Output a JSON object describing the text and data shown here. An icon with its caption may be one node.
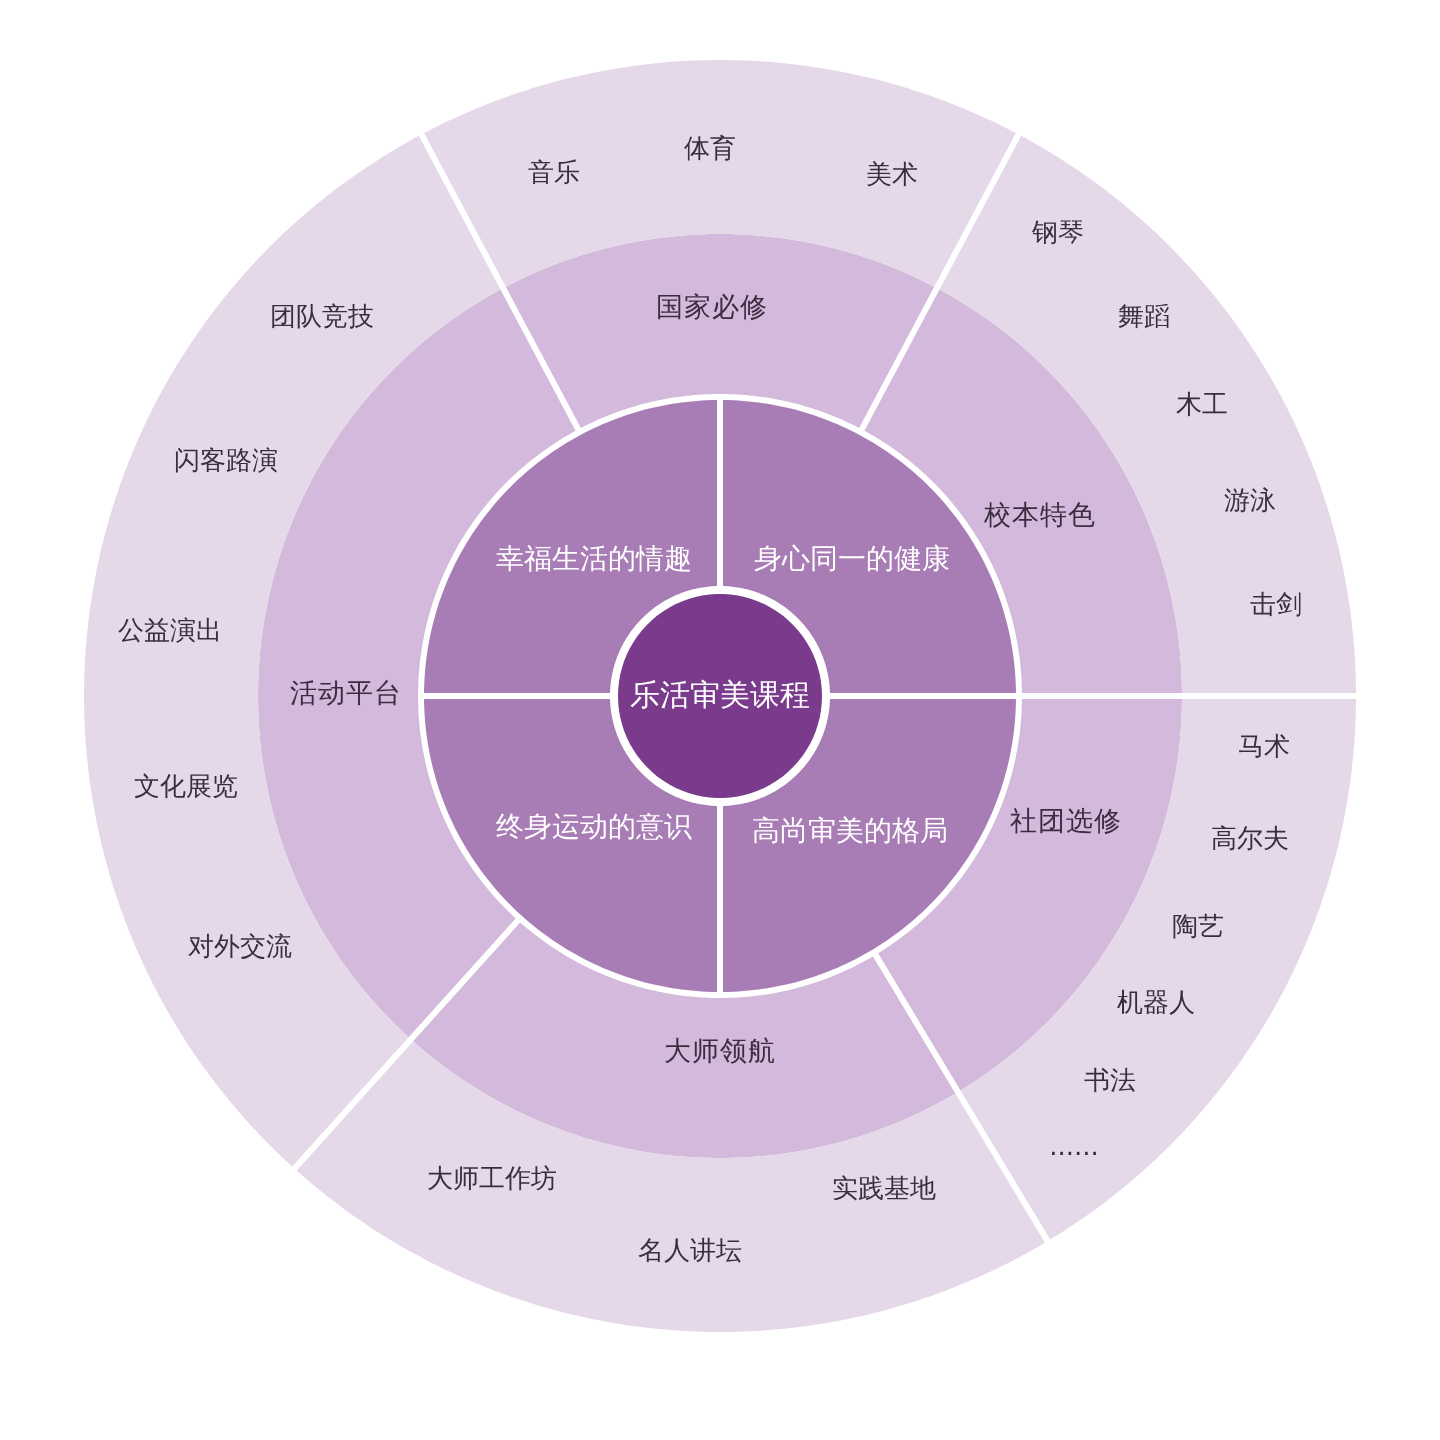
{
  "diagram": {
    "nodes": [
      {
        "text": [
          "乐活审美课程"
        ]
      },
      {
        "text": [
          "幸福生活的情趣"
        ]
      },
      {
        "text": [
          "身心同一的健康"
        ]
      },
      {
        "text": [
          "终身运动的意识"
        ]
      },
      {
        "text": [
          "高尚审美的格局"
        ]
      },
      {
        "text": [
          "国家必修"
        ]
      },
      {
        "text": [
          "校本特色"
        ]
      },
      {
        "text": [
          "社团选修"
        ]
      },
      {
        "text": [
          "大师领航"
        ]
      },
      {
        "text": [
          "活动平台"
        ]
      },
      {
        "text": [
          "音乐",
          "体育",
          "美术"
        ]
      },
      {
        "text": [
          "钢琴",
          "舞蹈",
          "木工",
          "游泳",
          "击剑"
        ]
      },
      {
        "text": [
          "马术",
          "高尔夫",
          "陶艺",
          "机器人",
          "书法",
          "......"
        ]
      },
      {
        "text": [
          "大师工作坊",
          "名人讲坛",
          "实践基地"
        ]
      },
      {
        "text": [
          "团队竞技",
          "闪客路演",
          "公益演出",
          "文化展览",
          "对外交流"
        ]
      }
    ]
  }
}
